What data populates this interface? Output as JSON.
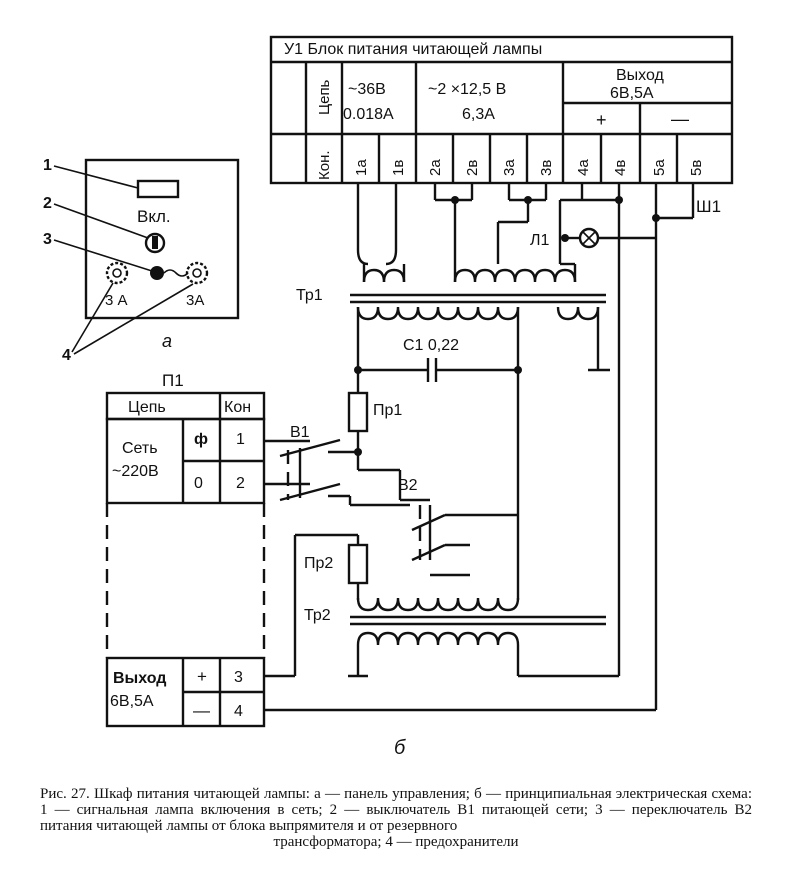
{
  "panel_a": {
    "label": "а",
    "switch_label": "Вкл.",
    "fuse_left": "3 А",
    "fuse_right": "3А",
    "callouts": [
      "1",
      "2",
      "3",
      "4"
    ]
  },
  "u1": {
    "title": "У1  Блок питания читающей лампы",
    "col_header": "Цепь",
    "row_header": "Кон.",
    "ac36_voltage": "~36В",
    "ac36_current": "0.018А",
    "ac25_voltage": "~2 ×12,5 В",
    "ac25_current": "6,3А",
    "output_title": "Выход",
    "output_rating": "6В,5А",
    "plus": "+",
    "minus": "—",
    "contacts": [
      "1а",
      "1в",
      "2а",
      "2в",
      "3а",
      "3в",
      "4а",
      "4в",
      "5а",
      "5в"
    ]
  },
  "schematic": {
    "connector": "Ш1",
    "lamp": "Л1",
    "tr1": "Тр1",
    "tr2": "Тр2",
    "capacitor": "С1 0,22",
    "fuse1": "Пр1",
    "fuse2": "Пр2",
    "switch1": "В1",
    "switch2": "В2",
    "label_b": "б"
  },
  "p1": {
    "title": "П1",
    "col_header": "Цепь",
    "kon_header": "Кон",
    "net_label1": "Сеть",
    "net_label2": "~220В",
    "phase": "ф",
    "zero": "0",
    "c1": "1",
    "c2": "2",
    "out_label": "Выход",
    "out_rating": "6В,5А",
    "plus": "+",
    "minus": "—",
    "c3": "3",
    "c4": "4"
  },
  "caption": {
    "body": "Рис. 27. Шкаф питания читающей лампы: а — панель управления; б — принципиальная электрическая схема: 1 — сигнальная лампа включения в сеть; 2 — выключатель В1 питающей сети; 3 — переключатель В2 питания читающей лампы от блока выпрямителя и от резервного",
    "last": "трансформатора; 4 — предохранители"
  }
}
